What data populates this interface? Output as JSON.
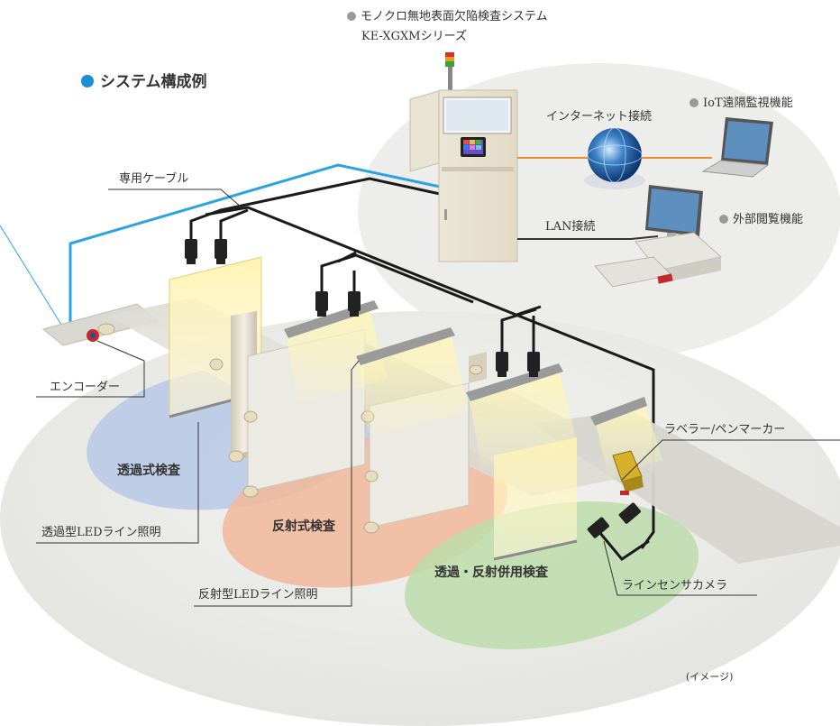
{
  "heading": "システム構成例",
  "product": {
    "line1": "モノクロ無地表面欠陥検査システム",
    "line2": "KE-XGXMシリーズ"
  },
  "labels": {
    "iot": "IoT遠隔監視機能",
    "internet": "インターネット接続",
    "external": "外部閲覧機能",
    "lan": "LAN接続",
    "cable": "専用ケーブル",
    "encoder": "エンコーダー",
    "labeler": "ラベラー/ペンマーカー",
    "transmissive_inspection": "透過式検査",
    "transmissive_led": "透過型LEDライン照明",
    "reflective_inspection": "反射式検査",
    "reflective_led": "反射型LEDライン照明",
    "combined_inspection": "透過・反射併用検査",
    "camera": "ラインセンサカメラ",
    "image_note": "(イメージ)"
  },
  "colors": {
    "accent_blue": "#1b8ed6",
    "cable_blue": "#2aa3e0",
    "internet_orange": "#f08a2a",
    "zone_blue": "#b9c8e6",
    "zone_orange": "#f2b79a",
    "zone_green": "#bcdcaa",
    "platform": "#e9e9e6"
  },
  "icons": [
    "signal-tower-icon",
    "globe-icon",
    "laptop-icon",
    "desktop-pc-icon",
    "camera-icon",
    "encoder-icon",
    "labeler-icon"
  ]
}
